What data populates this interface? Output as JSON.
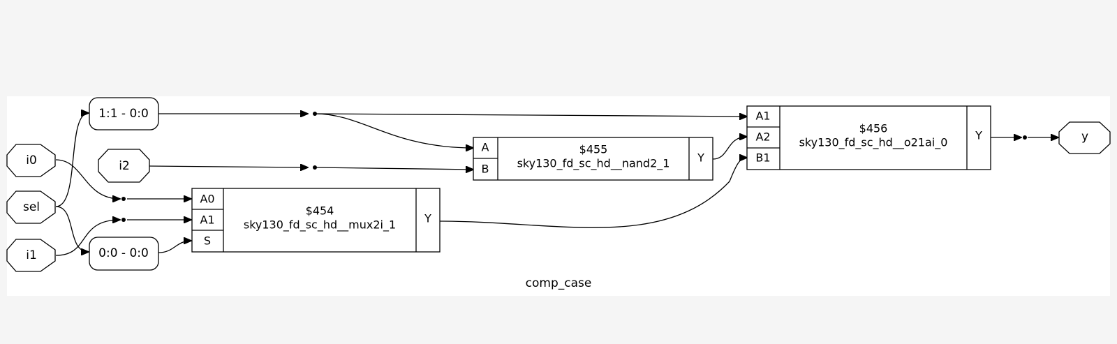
{
  "diagram": {
    "title": "comp_case",
    "inputs": [
      {
        "id": "i0",
        "label": "i0"
      },
      {
        "id": "sel",
        "label": "sel"
      },
      {
        "id": "i1",
        "label": "i1"
      },
      {
        "id": "i2",
        "label": "i2"
      }
    ],
    "output": {
      "id": "y",
      "label": "y"
    },
    "slices": [
      {
        "id": "slice-top",
        "label": "1:1 - 0:0"
      },
      {
        "id": "slice-bottom",
        "label": "0:0 - 0:0"
      }
    ],
    "cells": [
      {
        "id": "cell-454",
        "name": "$454",
        "type": "sky130_fd_sc_hd__mux2i_1",
        "inputs": [
          "A0",
          "A1",
          "S"
        ],
        "output": "Y"
      },
      {
        "id": "cell-455",
        "name": "$455",
        "type": "sky130_fd_sc_hd__nand2_1",
        "inputs": [
          "A",
          "B"
        ],
        "output": "Y"
      },
      {
        "id": "cell-456",
        "name": "$456",
        "type": "sky130_fd_sc_hd__o21ai_0",
        "inputs": [
          "A1",
          "A2",
          "B1"
        ],
        "output": "Y"
      }
    ]
  }
}
